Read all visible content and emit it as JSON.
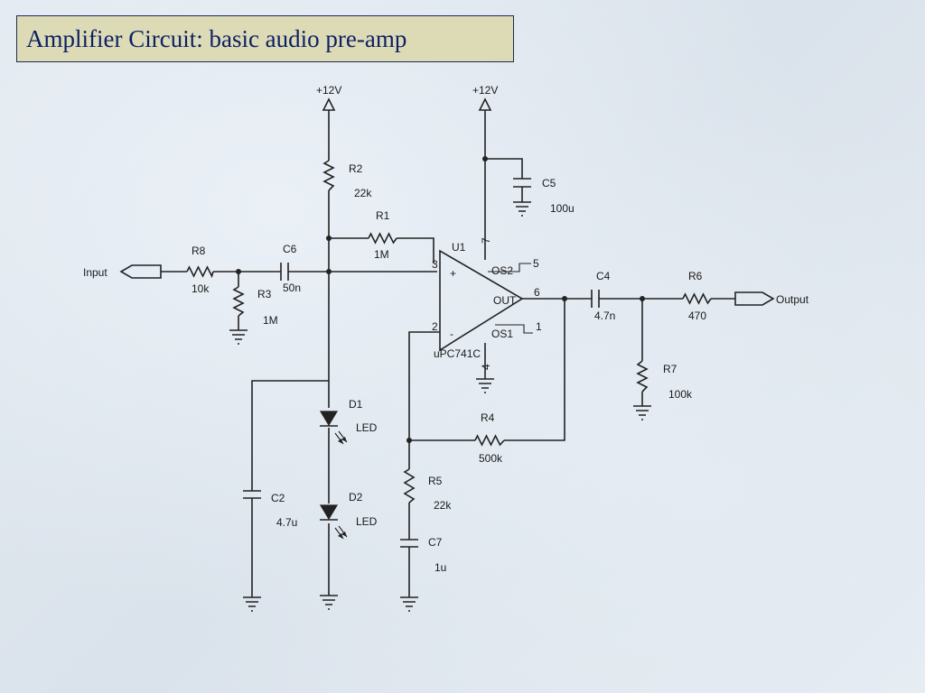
{
  "slide": {
    "title": "Amplifier Circuit: basic audio pre-amp"
  },
  "schematic": {
    "supplies": [
      {
        "label": "+12V"
      },
      {
        "label": "+12V"
      }
    ],
    "ports": {
      "input": "Input",
      "output": "Output"
    },
    "components": {
      "R1": {
        "ref": "R1",
        "value": "1M"
      },
      "R2": {
        "ref": "R2",
        "value": "22k"
      },
      "R3": {
        "ref": "R3",
        "value": "1M"
      },
      "R4": {
        "ref": "R4",
        "value": "500k"
      },
      "R5": {
        "ref": "R5",
        "value": "22k"
      },
      "R6": {
        "ref": "R6",
        "value": "470"
      },
      "R7": {
        "ref": "R7",
        "value": "100k"
      },
      "R8": {
        "ref": "R8",
        "value": "10k"
      },
      "C2": {
        "ref": "C2",
        "value": "4.7u"
      },
      "C4": {
        "ref": "C4",
        "value": "4.7n"
      },
      "C5": {
        "ref": "C5",
        "value": "100u"
      },
      "C6": {
        "ref": "C6",
        "value": "50n"
      },
      "C7": {
        "ref": "C7",
        "value": "1u"
      },
      "D1": {
        "ref": "D1",
        "value": "LED"
      },
      "D2": {
        "ref": "D2",
        "value": "LED"
      }
    },
    "opamp": {
      "ref": "U1",
      "part": "uPC741C",
      "out_label": "OUT",
      "os2_label": "OS2",
      "os1_label": "OS1",
      "plus_sign": "+",
      "minus_sign": "-",
      "pins": {
        "p2": "2",
        "p3": "3",
        "p4": "4",
        "p5": "5",
        "p6": "6",
        "p7": "7",
        "p1": "1"
      }
    }
  }
}
